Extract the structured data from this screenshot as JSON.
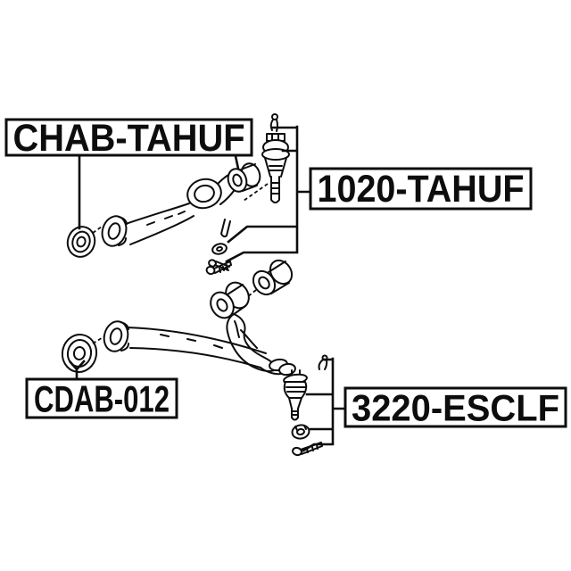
{
  "diagram": {
    "title_hidden": "",
    "background_color": "#ffffff",
    "line_color": "#0d0d0d",
    "labels": [
      {
        "id": "chab-tahuf",
        "text": "CHAB-TAHUF"
      },
      {
        "id": "1020-tahuf",
        "text": "1020-TAHUF"
      },
      {
        "id": "cdab-012",
        "text": "CDAB-012"
      },
      {
        "id": "3220-esclf",
        "text": "3220-ESCLF"
      }
    ],
    "parts": [
      "upper-arm-bushing",
      "upper-control-arm",
      "upper-ball-joint",
      "lower-arm-bushing",
      "lower-control-arm-with-knuckle",
      "lower-ball-joint"
    ]
  }
}
